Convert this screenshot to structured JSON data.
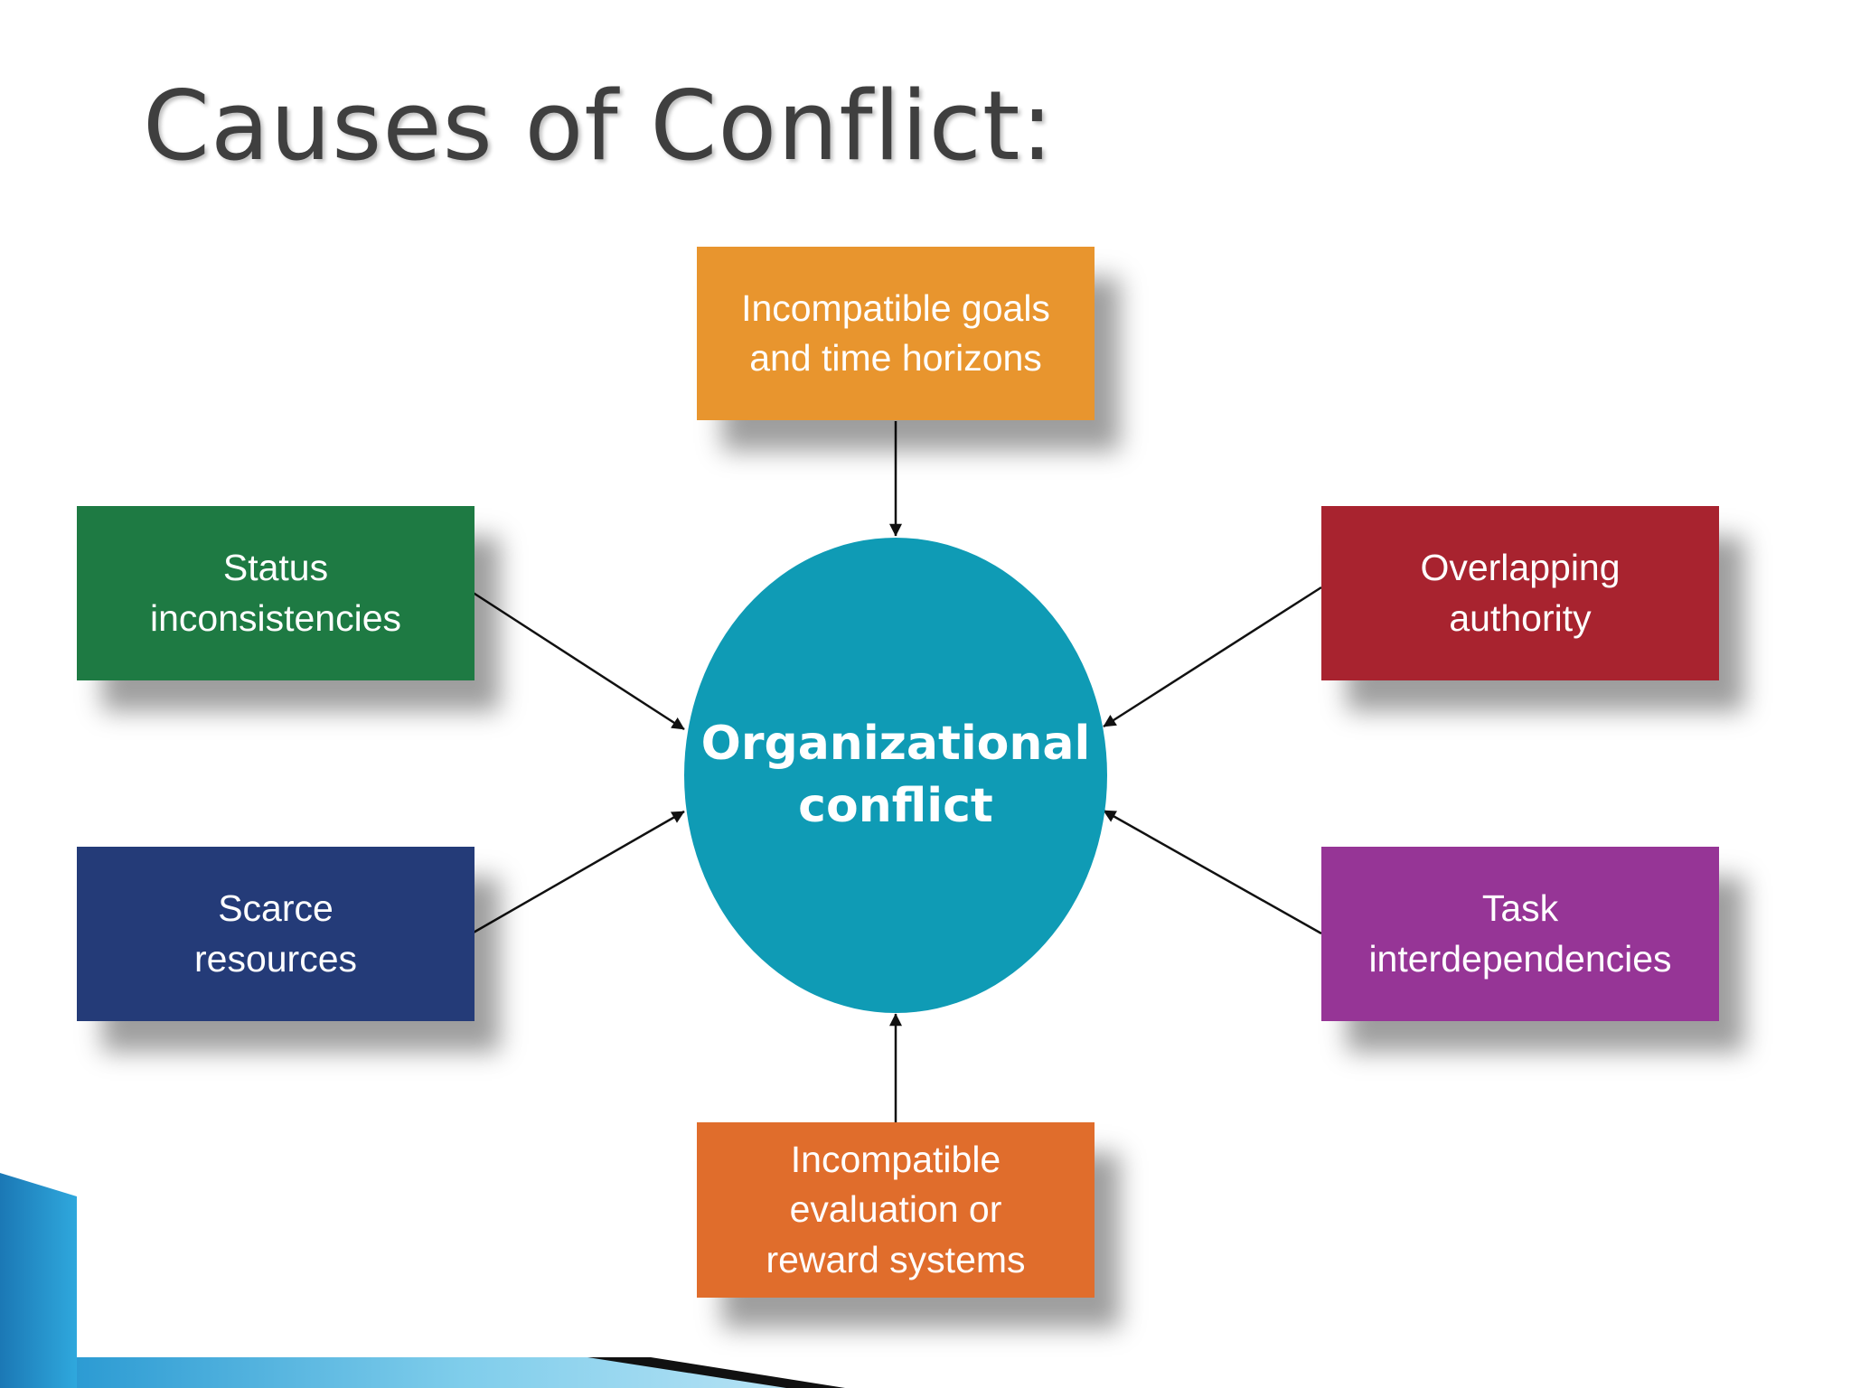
{
  "slide": {
    "title": "Causes of Conflict:"
  },
  "diagram": {
    "center": {
      "label": "Organizational\nconflict",
      "color": "#0f9bb5"
    },
    "causes": [
      {
        "id": "goals",
        "label": "Incompatible goals\nand time horizons",
        "color": "#e8952e"
      },
      {
        "id": "status",
        "label": "Status\ninconsistencies",
        "color": "#1e7a43"
      },
      {
        "id": "authority",
        "label": "Overlapping\nauthority",
        "color": "#a8232f"
      },
      {
        "id": "resources",
        "label": "Scarce\nresources",
        "color": "#243b78"
      },
      {
        "id": "task",
        "label": "Task\ninterdependencies",
        "color": "#963596"
      },
      {
        "id": "evaluation",
        "label": "Incompatible\nevaluation or\nreward systems",
        "color": "#e06d2c"
      }
    ]
  },
  "theme": {
    "accent_blue": "#1c8fc9",
    "accent_light": "#8fd2ee",
    "arrow_color": "#111111"
  }
}
